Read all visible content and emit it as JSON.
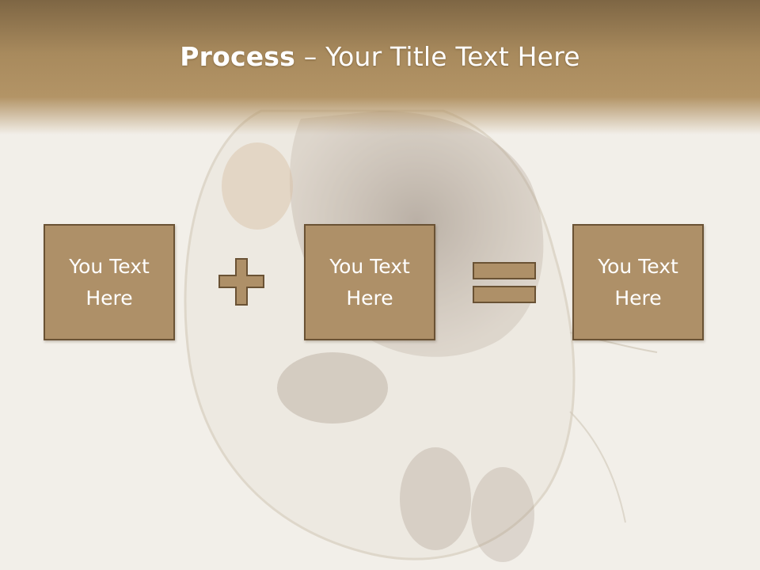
{
  "title": {
    "bold": "Process",
    "dash": " – ",
    "rest": "Your Title Text Here"
  },
  "boxes": [
    {
      "text": "You Text Here"
    },
    {
      "text": "You Text Here"
    },
    {
      "text": "You Text Here"
    }
  ],
  "operators": [
    "plus-icon",
    "equals-icon"
  ],
  "colors": {
    "header": "#a88a5d",
    "box_fill": "#ae9068",
    "box_border": "#6a5234",
    "text": "#ffffff",
    "background": "#f2eee8"
  }
}
